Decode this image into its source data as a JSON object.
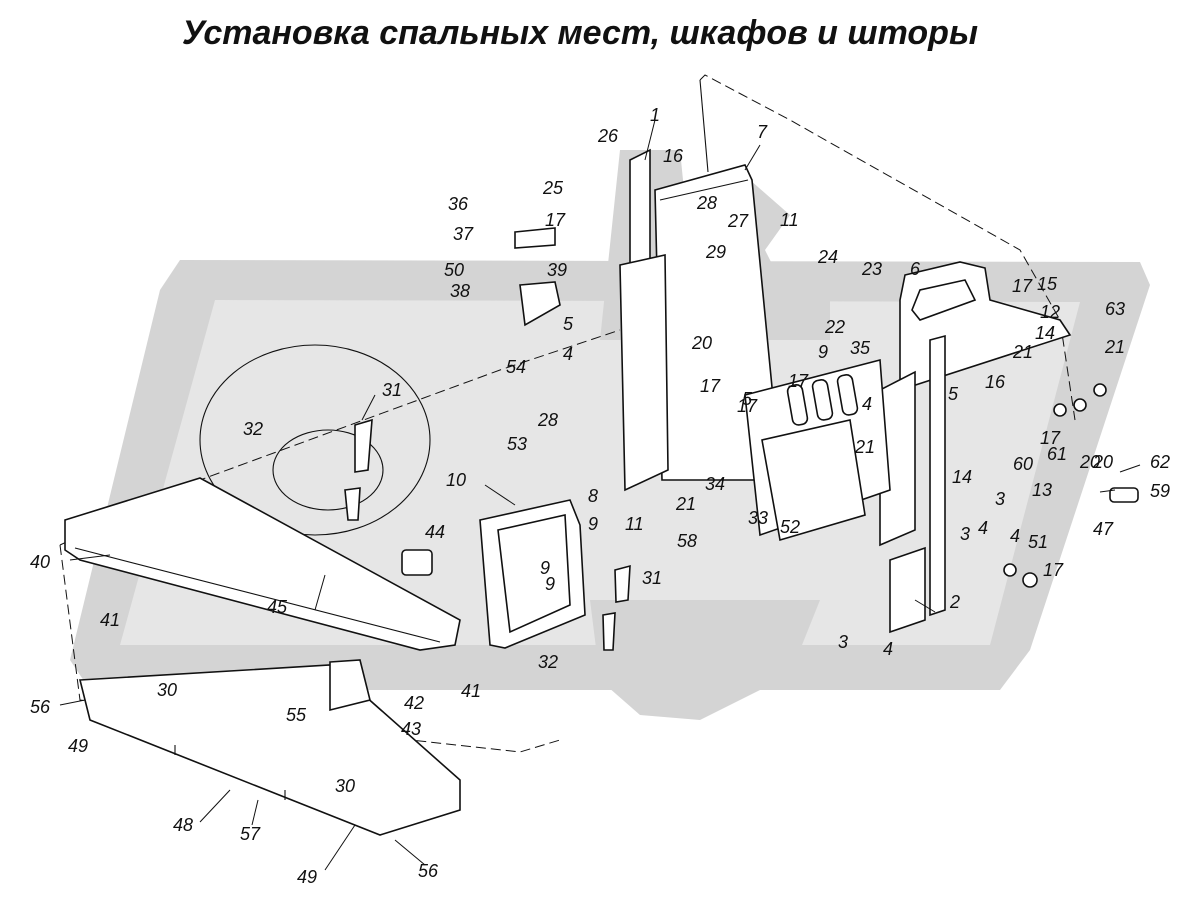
{
  "title": "Установка спальных мест, шкафов и шторы",
  "callouts": [
    "1",
    "2",
    "3",
    "3",
    "3",
    "4",
    "4",
    "4",
    "4",
    "4",
    "5",
    "5",
    "5",
    "6",
    "7",
    "8",
    "9",
    "9",
    "9",
    "9",
    "10",
    "11",
    "11",
    "12",
    "13",
    "14",
    "14",
    "15",
    "16",
    "16",
    "17",
    "17",
    "17",
    "17",
    "17",
    "17",
    "17",
    "20",
    "20",
    "20",
    "21",
    "21",
    "21",
    "21",
    "22",
    "23",
    "24",
    "25",
    "26",
    "27",
    "28",
    "28",
    "29",
    "30",
    "30",
    "31",
    "31",
    "32",
    "32",
    "33",
    "34",
    "35",
    "36",
    "37",
    "38",
    "39",
    "40",
    "41",
    "41",
    "42",
    "43",
    "44",
    "45",
    "47",
    "48",
    "49",
    "49",
    "50",
    "51",
    "52",
    "53",
    "54",
    "55",
    "56",
    "56",
    "57",
    "58",
    "59",
    "60",
    "61",
    "62",
    "63"
  ]
}
